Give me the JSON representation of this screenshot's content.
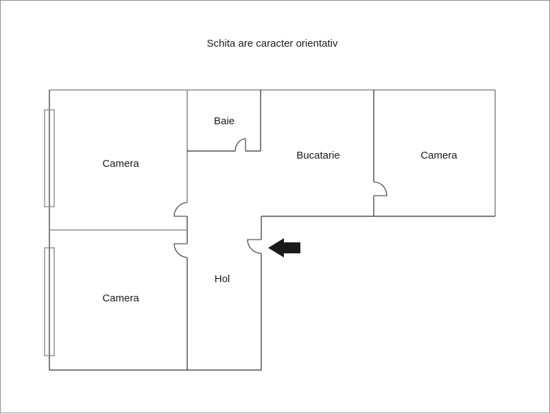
{
  "title": "Schita are caracter orientativ",
  "rooms": [
    {
      "id": "camera-top-left",
      "label": "Camera"
    },
    {
      "id": "baie",
      "label": "Baie"
    },
    {
      "id": "bucatarie",
      "label": "Bucatarie"
    },
    {
      "id": "camera-right",
      "label": "Camera"
    },
    {
      "id": "hol",
      "label": "Hol"
    },
    {
      "id": "camera-bottom-left",
      "label": "Camera"
    }
  ],
  "symbols": {
    "entrance": "entrance-arrow-icon",
    "door": "door-swing-arc",
    "window": "window-rectangle"
  },
  "colors": {
    "wall": "#2a2a2a",
    "wall_gray": "#8a8a8a",
    "arrow": "#1a1a1a",
    "border": "#8c8c8c"
  }
}
